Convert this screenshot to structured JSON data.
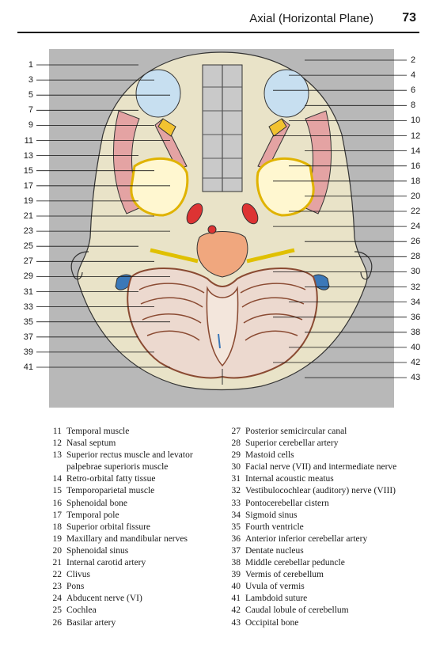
{
  "header": {
    "title": "Axial (Horizontal Plane)",
    "page_number": "73"
  },
  "figure": {
    "left_labels": [
      "1",
      "3",
      "5",
      "7",
      "9",
      "11",
      "13",
      "15",
      "17",
      "19",
      "21",
      "23",
      "25",
      "27",
      "29",
      "31",
      "33",
      "35",
      "37",
      "39",
      "41"
    ],
    "right_labels": [
      "2",
      "4",
      "6",
      "8",
      "10",
      "12",
      "14",
      "16",
      "18",
      "20",
      "22",
      "24",
      "26",
      "28",
      "30",
      "32",
      "34",
      "36",
      "38",
      "40",
      "42",
      "43"
    ]
  },
  "legend": {
    "column1": [
      {
        "num": "11",
        "text": "Temporal muscle"
      },
      {
        "num": "12",
        "text": "Nasal septum"
      },
      {
        "num": "13",
        "text": "Superior rectus muscle and levator palpebrae superioris muscle"
      },
      {
        "num": "14",
        "text": "Retro-orbital fatty tissue"
      },
      {
        "num": "15",
        "text": "Temporoparietal muscle"
      },
      {
        "num": "16",
        "text": "Sphenoidal bone"
      },
      {
        "num": "17",
        "text": "Temporal pole"
      },
      {
        "num": "18",
        "text": "Superior orbital fissure"
      },
      {
        "num": "19",
        "text": "Maxillary and mandibular nerves"
      },
      {
        "num": "20",
        "text": "Sphenoidal sinus"
      },
      {
        "num": "21",
        "text": "Internal carotid artery"
      },
      {
        "num": "22",
        "text": "Clivus"
      },
      {
        "num": "23",
        "text": "Pons"
      },
      {
        "num": "24",
        "text": "Abducent nerve (VI)"
      },
      {
        "num": "25",
        "text": "Cochlea"
      },
      {
        "num": "26",
        "text": "Basilar artery"
      }
    ],
    "column2": [
      {
        "num": "27",
        "text": "Posterior semicircular canal"
      },
      {
        "num": "28",
        "text": "Superior cerebellar artery"
      },
      {
        "num": "29",
        "text": "Mastoid cells"
      },
      {
        "num": "30",
        "text": "Facial nerve (VII) and intermediate nerve"
      },
      {
        "num": "31",
        "text": "Internal acoustic meatus"
      },
      {
        "num": "32",
        "text": "Vestibulocochlear (auditory) nerve (VIII)"
      },
      {
        "num": "33",
        "text": "Pontocerebellar cistern"
      },
      {
        "num": "34",
        "text": "Sigmoid sinus"
      },
      {
        "num": "35",
        "text": "Fourth ventricle"
      },
      {
        "num": "36",
        "text": "Anterior inferior cerebellar artery"
      },
      {
        "num": "37",
        "text": "Dentate nucleus"
      },
      {
        "num": "38",
        "text": "Middle cerebellar peduncle"
      },
      {
        "num": "39",
        "text": "Vermis of cerebellum"
      },
      {
        "num": "40",
        "text": "Uvula of vermis"
      },
      {
        "num": "41",
        "text": "Lambdoid suture"
      },
      {
        "num": "42",
        "text": "Caudal lobule of cerebellum"
      },
      {
        "num": "43",
        "text": "Occipital bone"
      }
    ]
  }
}
